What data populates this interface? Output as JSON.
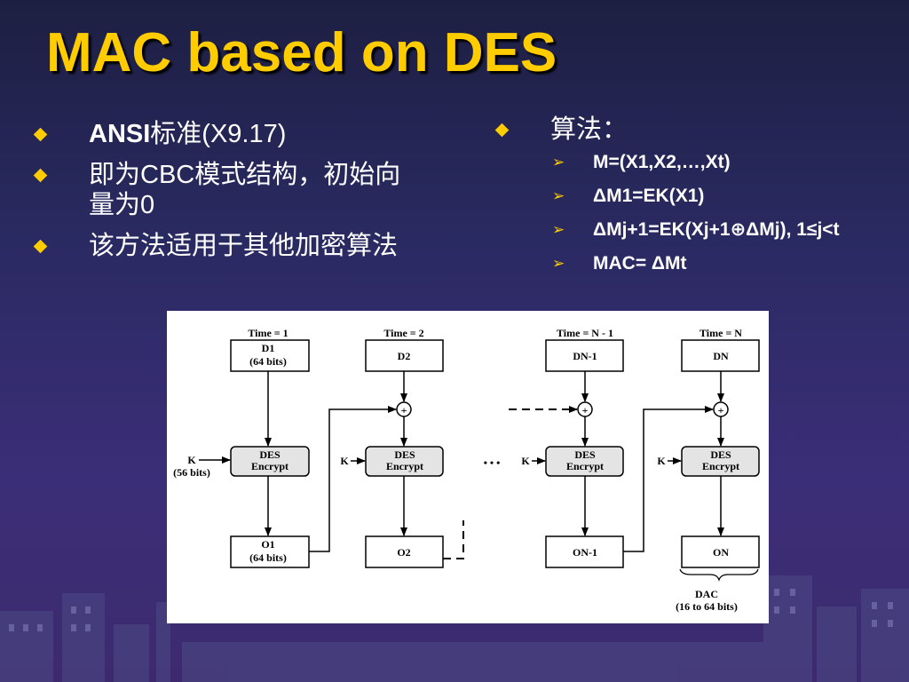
{
  "slide": {
    "title": "MAC based on DES"
  },
  "left_bullets": [
    {
      "strong": "ANSI",
      "rest": "标准(X9.17)"
    },
    {
      "line1": "即为CBC模式结构，初始向",
      "line2": "量为0"
    },
    {
      "text": "该方法适用于其他加密算法"
    }
  ],
  "right": {
    "heading": "算法：",
    "steps": [
      "M=(X1,X2,…,Xt)",
      "ΔM1=EK(X1)",
      "ΔMj+1=EK(Xj+1⊕ΔMj), 1≤j<t",
      "MAC= ΔMt"
    ]
  },
  "diagram": {
    "times": [
      "Time = 1",
      "Time = 2",
      "Time = N - 1",
      "Time = N"
    ],
    "inputs": [
      "D1",
      "(64 bits)",
      "D2",
      "DN-1",
      "DN"
    ],
    "des_line1": "DES",
    "des_line2": "Encrypt",
    "outputs": [
      "O1",
      "(64 bits)",
      "O2",
      "ON-1",
      "ON"
    ],
    "key": "K",
    "key_size": "(56 bits)",
    "dac": "DAC",
    "dac_size": "(16 to 64 bits)",
    "ellipsis": "• • •",
    "xor": "+"
  }
}
